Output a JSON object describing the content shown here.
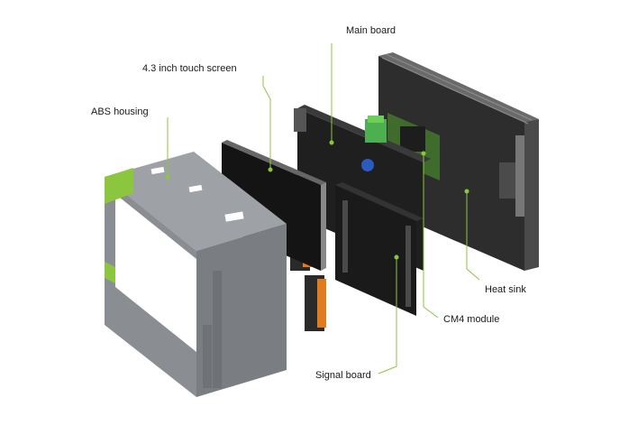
{
  "labels": {
    "main_board": "Main board",
    "touch_screen": "4.3 inch touch screen",
    "abs_housing": "ABS housing",
    "heat_sink": "Heat sink",
    "cm4_module": "CM4 module",
    "signal_board": "Signal board"
  },
  "colors": {
    "accent": "#8cc63f",
    "housing": "#8a8d91",
    "board": "#1f1f1f",
    "heatsink": "#3a3a3a",
    "terminal": "#e07b1f"
  }
}
